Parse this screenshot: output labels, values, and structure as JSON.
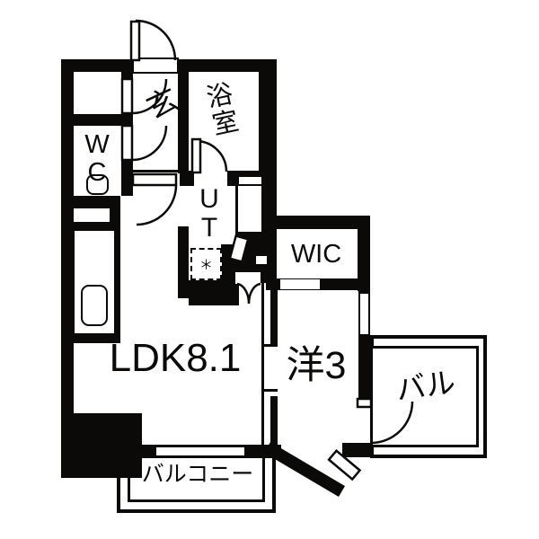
{
  "plan": {
    "type": "apartment-floor-plan",
    "colors": {
      "ink": "#0b0a08",
      "background": "#ffffff"
    },
    "rooms": {
      "entrance": {
        "label": "玄"
      },
      "bathroom": {
        "label": "浴\n室"
      },
      "toilet": {
        "label": "W\nC"
      },
      "utility": {
        "label": "U\nT"
      },
      "wic": {
        "label": "WIC"
      },
      "ldk": {
        "label": "LDK8.1"
      },
      "western_room": {
        "label": "洋3"
      },
      "balcony_side": {
        "label": "バル"
      },
      "balcony_bottom": {
        "label": "バルコニー"
      }
    },
    "fixtures": {
      "washing_machine_symbol": "＊"
    }
  }
}
